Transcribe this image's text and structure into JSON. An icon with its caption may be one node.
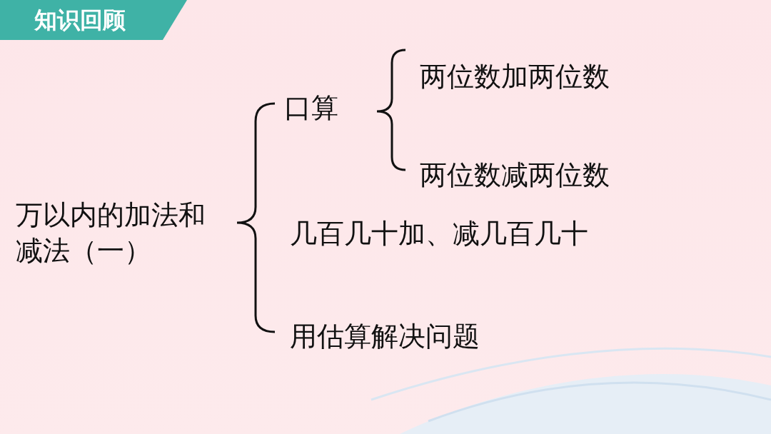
{
  "diagram": {
    "title": "知识回顾",
    "nodes": [
      {
        "text": [
          "万以内的加法和减法（一）"
        ]
      },
      {
        "text": [
          "口算"
        ]
      },
      {
        "text": [
          "两位数加两位数"
        ]
      },
      {
        "text": [
          "两位数减两位数"
        ]
      },
      {
        "text": [
          "几百几十加、减几百几十"
        ]
      },
      {
        "text": [
          "用估算解决问题"
        ]
      }
    ]
  }
}
